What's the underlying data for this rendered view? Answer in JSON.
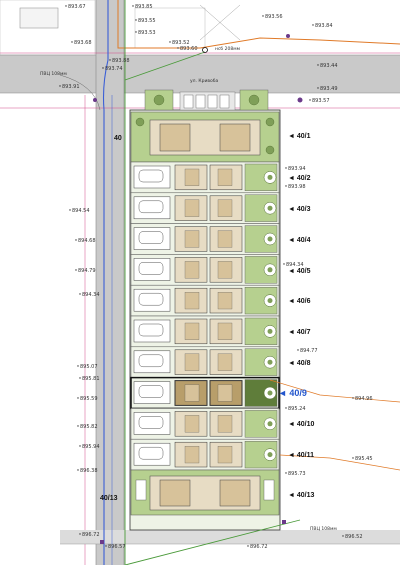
{
  "street_name": "ул. Кривоба",
  "cable_labels": {
    "top": "нсб 208мм",
    "left": "ПВЦ 108мм",
    "bottom": "ПВЦ 108мм",
    "small": "40"
  },
  "lots": [
    {
      "id": "40/1",
      "label": "◄ 40/1",
      "highlight": false
    },
    {
      "id": "40/2",
      "label": "◄ 40/2",
      "highlight": false
    },
    {
      "id": "40/3",
      "label": "◄ 40/3",
      "highlight": false
    },
    {
      "id": "40/4",
      "label": "◄ 40/4",
      "highlight": false
    },
    {
      "id": "40/5",
      "label": "◄ 40/5",
      "highlight": false
    },
    {
      "id": "40/6",
      "label": "◄ 40/6",
      "highlight": false
    },
    {
      "id": "40/7",
      "label": "◄ 40/7",
      "highlight": false
    },
    {
      "id": "40/8",
      "label": "◄ 40/8",
      "highlight": false
    },
    {
      "id": "40/9",
      "label": "◄ 40/9",
      "highlight": true
    },
    {
      "id": "40/10",
      "label": "◄ 40/10",
      "highlight": false
    },
    {
      "id": "40/11",
      "label": "◄ 40/11",
      "highlight": false
    },
    {
      "id": "40/13",
      "label": "◄ 40/13",
      "highlight": false
    }
  ],
  "left_lot_label": "40/13",
  "top_lot_label": "40",
  "elevations": {
    "e01": "893.55",
    "e02": "893.53",
    "e03": "893.52",
    "e04": "893.60",
    "e05": "893.56",
    "e06": "893.67",
    "e07": "893.68",
    "e08": "893.84",
    "e09": "893.74",
    "e10": "893.91",
    "e11": "893.94",
    "e12": "893.98",
    "e13": "893.57",
    "e14": "894.54",
    "e15": "894.68",
    "e16": "894.79",
    "e17": "894.34",
    "e18": "895.07",
    "e19": "895.59",
    "e20": "895.81",
    "e21": "895.82",
    "e22": "895.94",
    "e23": "896.38",
    "e24": "896.72",
    "e25": "894.96",
    "e26": "895.24",
    "e27": "895.45",
    "e28": "895.73",
    "e29": "896.57",
    "e30": "896.52",
    "e31": "894.77",
    "e32": "894.34",
    "e33": "893.88",
    "e34": "893.44",
    "e35": "893.49",
    "e36": "896.72",
    "e37": "893.85"
  },
  "colors": {
    "road": "#c9c9c9",
    "lawn": "#b6d08f",
    "lawn_dark": "#7f9f58",
    "paving": "#e7dcc4",
    "house_core": "#d7c29a",
    "gas_line": "#e07a28",
    "water_line": "#3b5fd6",
    "sewer_line": "#4a9a3a",
    "highlight": "#2255cc",
    "red_line": "#d44a8a"
  }
}
